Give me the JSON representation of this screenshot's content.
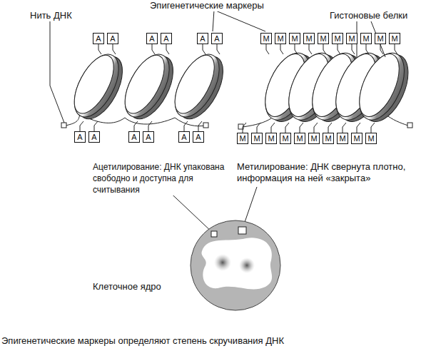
{
  "diagram": {
    "caption": "Эпигенетические маркеры определяют степень скручивания ДНК",
    "nodes": [
      {
        "text": [
          "A"
        ]
      },
      {
        "text": [
          "A"
        ]
      },
      {
        "text": [
          "A"
        ]
      },
      {
        "text": [
          "A"
        ]
      },
      {
        "text": [
          "A"
        ]
      },
      {
        "text": [
          "A"
        ]
      },
      {
        "text": [
          "M"
        ]
      },
      {
        "text": [
          "M"
        ]
      },
      {
        "text": [
          "M"
        ]
      },
      {
        "text": [
          "M"
        ]
      },
      {
        "text": [
          "M"
        ]
      },
      {
        "text": [
          "M"
        ]
      },
      {
        "text": [
          "M"
        ]
      },
      {
        "text": [
          "M"
        ]
      },
      {
        "text": [
          "M"
        ]
      },
      {
        "text": [
          "M"
        ]
      },
      {
        "text": [
          "A"
        ]
      },
      {
        "text": [
          "A"
        ]
      },
      {
        "text": [
          "A"
        ]
      },
      {
        "text": [
          "A"
        ]
      },
      {
        "text": [
          "A"
        ]
      },
      {
        "text": [
          "A"
        ]
      },
      {
        "text": [
          "M"
        ]
      },
      {
        "text": [
          "M"
        ]
      },
      {
        "text": [
          "M"
        ]
      },
      {
        "text": [
          "M"
        ]
      },
      {
        "text": [
          "M"
        ]
      },
      {
        "text": [
          "M"
        ]
      },
      {
        "text": [
          "M"
        ]
      },
      {
        "text": [
          "M"
        ]
      },
      {
        "text": [
          "M"
        ]
      },
      {
        "text": [
          "M"
        ]
      }
    ],
    "edges": [],
    "labels": [
      "Нить ДНК",
      "Эпигенетические маркеры",
      "Гистоновые белки",
      "Ацетилирование: ДНК упакована свободно и доступна для считывания",
      "Метилирование: ДНК свернута плотно, информация на ней «закрыта»",
      "Клеточное ядро"
    ]
  }
}
